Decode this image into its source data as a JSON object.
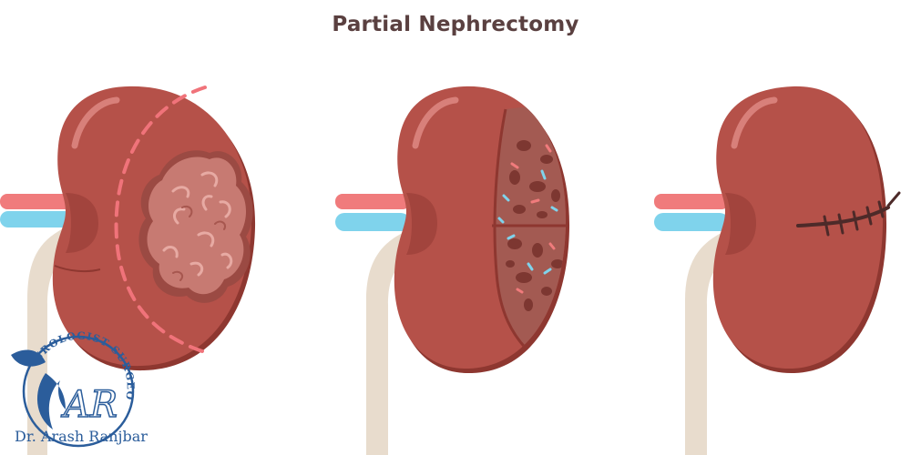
{
  "title": "Partial Nephrectomy",
  "colors": {
    "title": "#5a4040",
    "kidney": "#b55149",
    "kidney_dark": "#8e3730",
    "tumor": "#c77a72",
    "tissue": "#a35a52",
    "artery": "#f07b7c",
    "vein": "#7fd3ec",
    "ureter": "#e8dccd",
    "cut_line": "#f0737a",
    "suture": "#4d2a29",
    "logo": "#2b5d9b"
  },
  "stages": [
    {
      "name": "kidney-with-tumor"
    },
    {
      "name": "tumor-removed"
    },
    {
      "name": "kidney-sutured"
    }
  ],
  "logo": {
    "arc_text": "UROLOGIST SURGEON",
    "name": "Dr. Arash Ranjbar",
    "monogram": "AR"
  }
}
